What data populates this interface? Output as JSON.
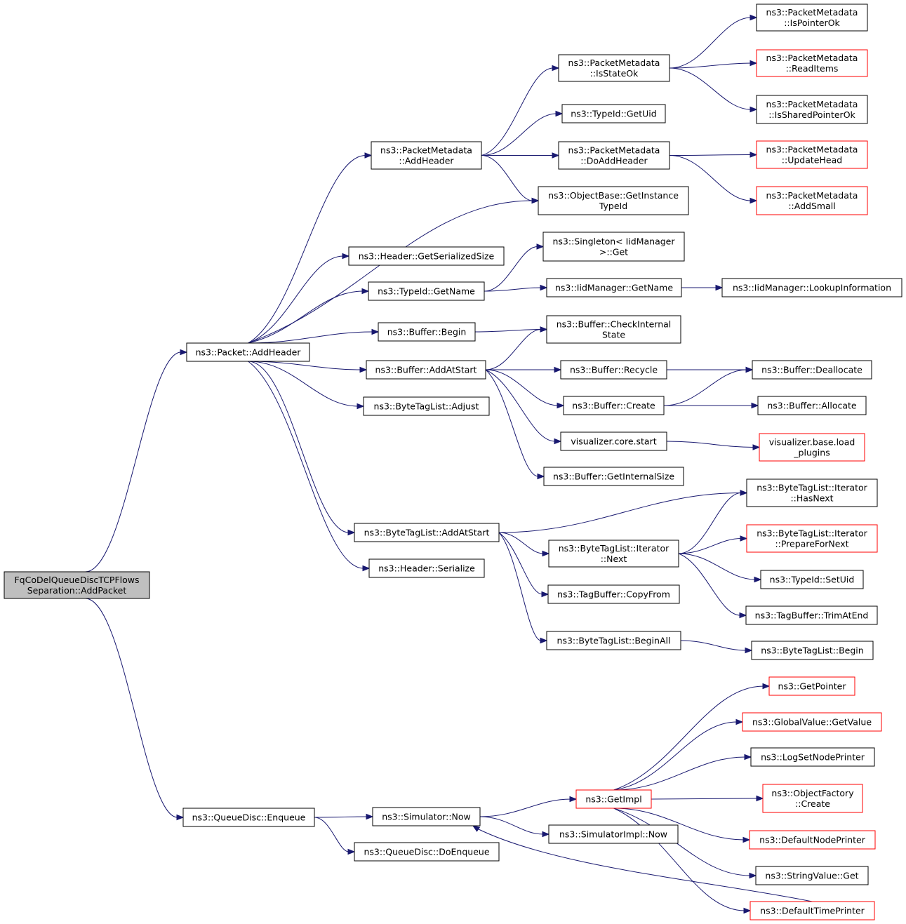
{
  "colors": {
    "edge": "#191970",
    "root_fill": "#bfbfbf",
    "node_border": "#000000",
    "truncated_border": "#ff0000"
  },
  "nodes": {
    "root": [
      "FqCoDelQueueDiscTCPFlows",
      "Separation::AddPacket"
    ],
    "packet_addheader": [
      "ns3::Packet::AddHeader"
    ],
    "queuedisc_enqueue": [
      "ns3::QueueDisc::Enqueue"
    ],
    "pm_addheader": [
      "ns3::PacketMetadata",
      "::AddHeader"
    ],
    "header_getserializedsize": [
      "ns3::Header::GetSerializedSize"
    ],
    "typeid_getname": [
      "ns3::TypeId::GetName"
    ],
    "buffer_begin": [
      "ns3::Buffer::Begin"
    ],
    "buffer_addatstart": [
      "ns3::Buffer::AddAtStart"
    ],
    "btl_adjust": [
      "ns3::ByteTagList::Adjust"
    ],
    "btl_addatstart": [
      "ns3::ByteTagList::AddAtStart"
    ],
    "header_serialize": [
      "ns3::Header::Serialize"
    ],
    "simulator_now": [
      "ns3::Simulator::Now"
    ],
    "qd_doenqueue": [
      "ns3::QueueDisc::DoEnqueue"
    ],
    "pm_isstateok": [
      "ns3::PacketMetadata",
      "::IsStateOk"
    ],
    "typeid_getuid": [
      "ns3::TypeId::GetUid"
    ],
    "pm_doaddheader": [
      "ns3::PacketMetadata",
      "::DoAddHeader"
    ],
    "objbase_getinstancetypeid": [
      "ns3::ObjectBase::GetInstance",
      "TypeId"
    ],
    "singleton_get": [
      "ns3::Singleton< IidManager",
      ">::Get"
    ],
    "iidmanager_getname": [
      "ns3::IidManager::GetName"
    ],
    "buffer_checkinternalstate": [
      "ns3::Buffer::CheckInternal",
      "State"
    ],
    "buffer_recycle": [
      "ns3::Buffer::Recycle"
    ],
    "buffer_create": [
      "ns3::Buffer::Create"
    ],
    "vis_core_start": [
      "visualizer.core.start"
    ],
    "buffer_getinternalsize": [
      "ns3::Buffer::GetInternalSize"
    ],
    "btl_iter_next": [
      "ns3::ByteTagList::Iterator",
      "::Next"
    ],
    "tagbuffer_copyfrom": [
      "ns3::TagBuffer::CopyFrom"
    ],
    "btl_beginall": [
      "ns3::ByteTagList::BeginAll"
    ],
    "getimpl": [
      "ns3::GetImpl"
    ],
    "simimpl_now": [
      "ns3::SimulatorImpl::Now"
    ],
    "pm_ispointerok": [
      "ns3::PacketMetadata",
      "::IsPointerOk"
    ],
    "pm_readitems": [
      "ns3::PacketMetadata",
      "::ReadItems"
    ],
    "pm_issharedpointerok": [
      "ns3::PacketMetadata",
      "::IsSharedPointerOk"
    ],
    "pm_updatehead": [
      "ns3::PacketMetadata",
      "::UpdateHead"
    ],
    "pm_addsmall": [
      "ns3::PacketMetadata",
      "::AddSmall"
    ],
    "iidmanager_lookupinformation": [
      "ns3::IidManager::LookupInformation"
    ],
    "buffer_deallocate": [
      "ns3::Buffer::Deallocate"
    ],
    "buffer_allocate": [
      "ns3::Buffer::Allocate"
    ],
    "vis_base_loadplugins": [
      "visualizer.base.load",
      "_plugins"
    ],
    "btl_iter_hasnext": [
      "ns3::ByteTagList::Iterator",
      "::HasNext"
    ],
    "btl_iter_preparefornext": [
      "ns3::ByteTagList::Iterator",
      "::PrepareForNext"
    ],
    "typeid_setuid": [
      "ns3::TypeId::SetUid"
    ],
    "tagbuffer_trimatend": [
      "ns3::TagBuffer::TrimAtEnd"
    ],
    "btl_begin": [
      "ns3::ByteTagList::Begin"
    ],
    "getpointer": [
      "ns3::GetPointer"
    ],
    "globalvalue_getvalue": [
      "ns3::GlobalValue::GetValue"
    ],
    "logsetnodeprinter": [
      "ns3::LogSetNodePrinter"
    ],
    "objectfactory_create": [
      "ns3::ObjectFactory",
      "::Create"
    ],
    "defaultnodeprinter": [
      "ns3::DefaultNodePrinter"
    ],
    "stringvalue_get": [
      "ns3::StringValue::Get"
    ],
    "defaulttimeprinter": [
      "ns3::DefaultTimePrinter"
    ]
  }
}
